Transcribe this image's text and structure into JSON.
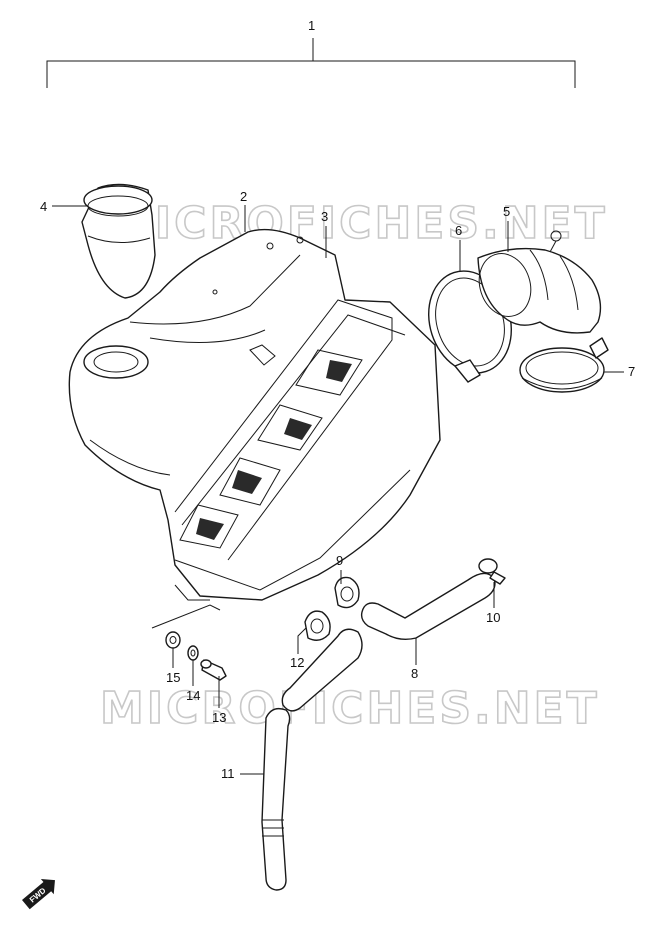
{
  "watermark": "MICROFICHES.NET",
  "fwd_badge": "FWD",
  "callouts": [
    "1",
    "2",
    "3",
    "4",
    "5",
    "6",
    "7",
    "8",
    "9",
    "10",
    "11",
    "12",
    "13",
    "14",
    "15"
  ]
}
